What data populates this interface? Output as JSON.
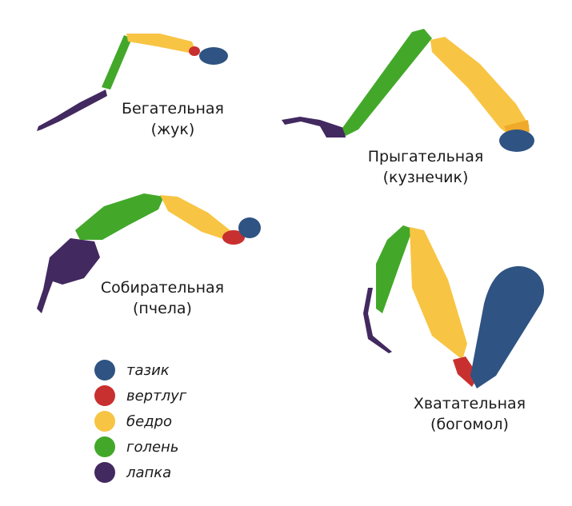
{
  "legs": [
    {
      "name": "Бегательная",
      "insect": "(жук)"
    },
    {
      "name": "Прыгательная",
      "insect": "(кузнечик)"
    },
    {
      "name": "Собирательная",
      "insect": "(пчела)"
    },
    {
      "name": "Хватательная",
      "insect": "(богомол)"
    }
  ],
  "legend": [
    {
      "label": "тазик",
      "color": "#2f5382"
    },
    {
      "label": "вертлуг",
      "color": "#c8302f"
    },
    {
      "label": "бедро",
      "color": "#f8c443"
    },
    {
      "label": "голень",
      "color": "#43a82a"
    },
    {
      "label": "лапка",
      "color": "#42295f"
    }
  ]
}
